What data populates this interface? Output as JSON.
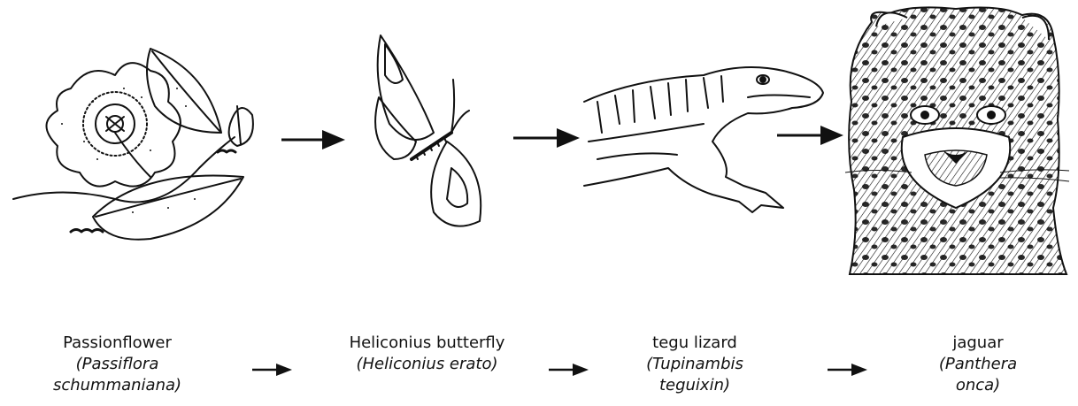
{
  "organisms": [
    {
      "common_name": "Passionflower",
      "scientific_line1": "(Passiflora",
      "scientific_line2": "schummaniana)",
      "icon": "passionflower-icon"
    },
    {
      "common_name": "Heliconius butterfly",
      "scientific_line1": "(Heliconius erato)",
      "scientific_line2": "",
      "icon": "butterfly-icon"
    },
    {
      "common_name": "tegu lizard",
      "scientific_line1": "(Tupinambis",
      "scientific_line2": "teguixin)",
      "icon": "lizard-icon"
    },
    {
      "common_name": "jaguar",
      "scientific_line1": "(Panthera",
      "scientific_line2": "onca)",
      "icon": "jaguar-icon"
    }
  ],
  "colors": {
    "ink": "#111111",
    "background": "#ffffff"
  }
}
